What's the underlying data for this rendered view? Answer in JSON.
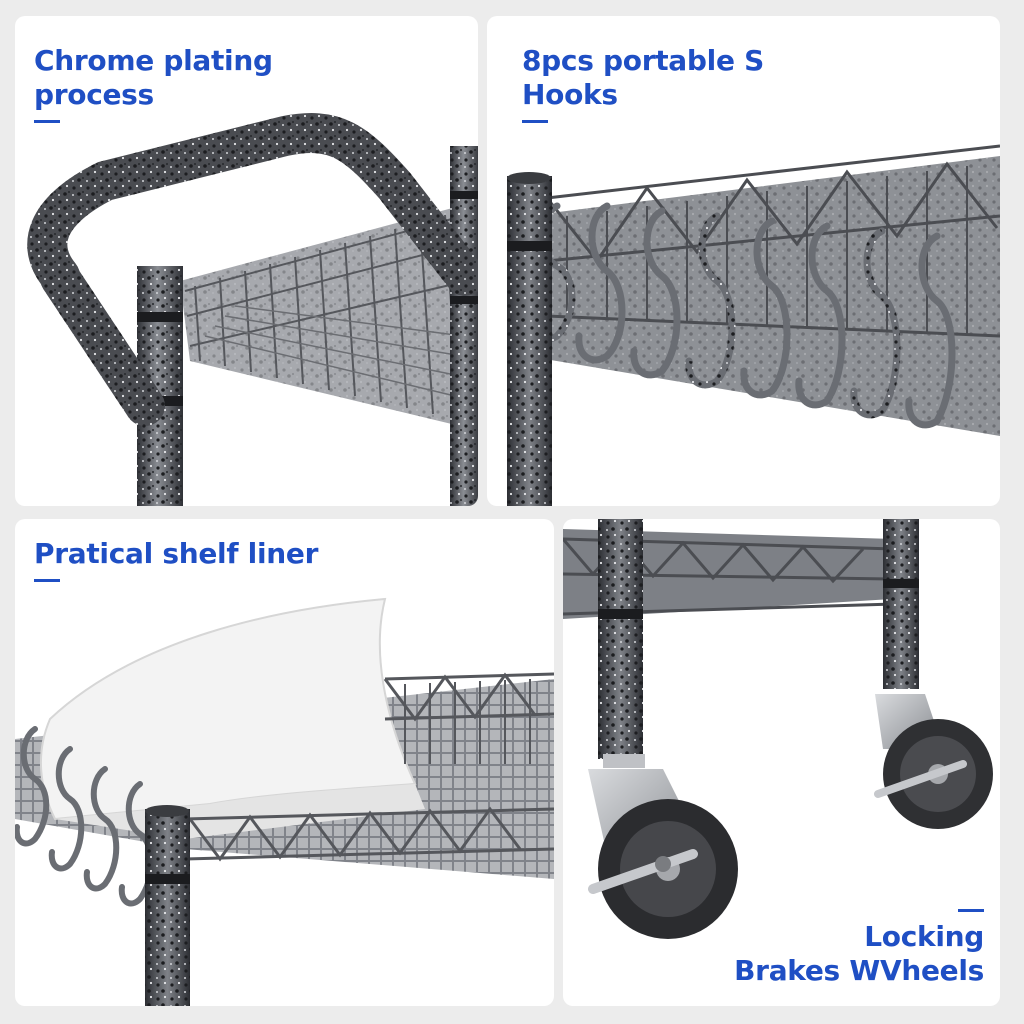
{
  "theme": {
    "accent": "#1f4fc4",
    "metal_dark": "#3b3d42",
    "metal_mid": "#6b6e74",
    "metal_light": "#b9bcc1",
    "liner": "#f4f4f4"
  },
  "panels": [
    {
      "caption": {
        "line1": "Chrome plating",
        "line2": "process"
      }
    },
    {
      "caption": {
        "line1": "8pcs portable S",
        "line2": "Hooks"
      }
    },
    {
      "caption": {
        "line1": "Pratical shelf liner"
      }
    },
    {
      "caption": {
        "line1": "Locking",
        "line2": "Brakes WVheels"
      }
    }
  ]
}
